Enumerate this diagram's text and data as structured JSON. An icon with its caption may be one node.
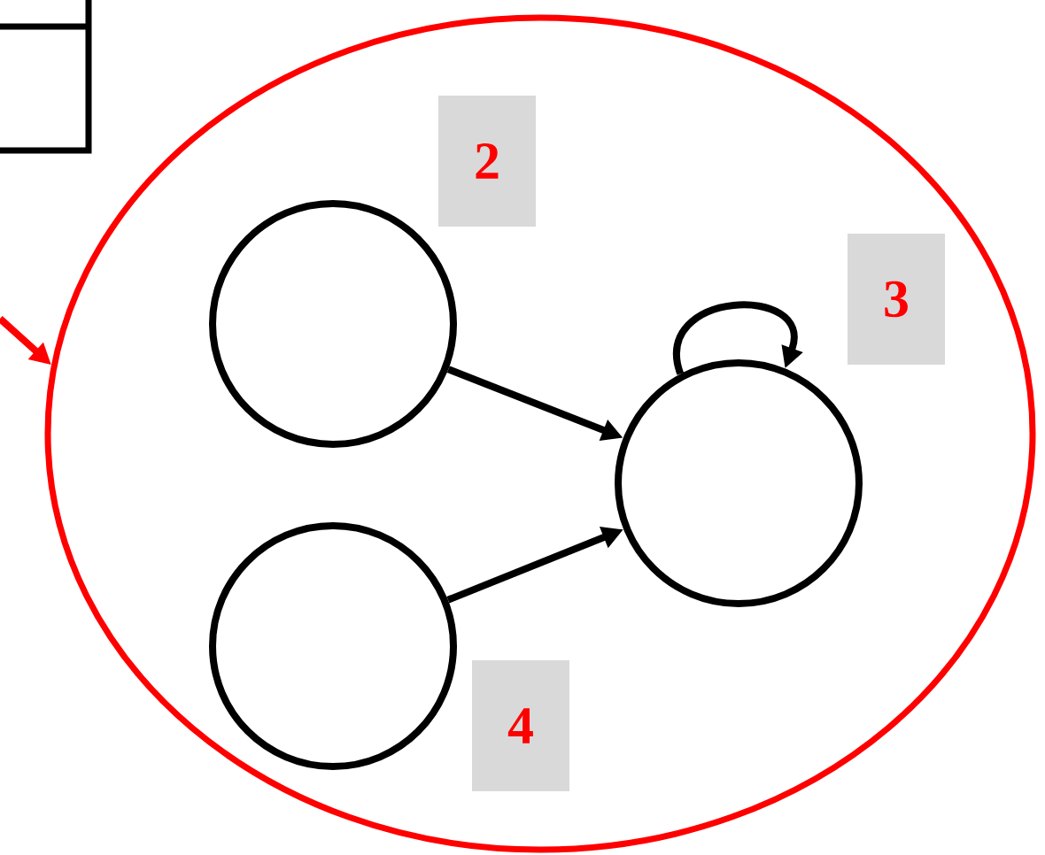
{
  "diagram": {
    "nodes": [
      {
        "text": [],
        "shape": "box"
      },
      {
        "text": [],
        "shape": "circle"
      },
      {
        "text": [],
        "shape": "circle",
        "in": 1
      },
      {
        "text": [],
        "shape": "circle",
        "in": 1
      },
      {
        "text": [],
        "shape": "circle",
        "in": 1
      }
    ],
    "edges": [
      {
        "from": null,
        "to": 1,
        "arrow": "to",
        "color": "#ff0000"
      },
      {
        "from": 2,
        "to": 4,
        "arrow": "to"
      },
      {
        "from": 3,
        "to": 4,
        "arrow": "to"
      },
      {
        "from": 4,
        "to": 4,
        "arrow": "to"
      }
    ],
    "labels": [
      "2",
      "3",
      "4"
    ]
  }
}
